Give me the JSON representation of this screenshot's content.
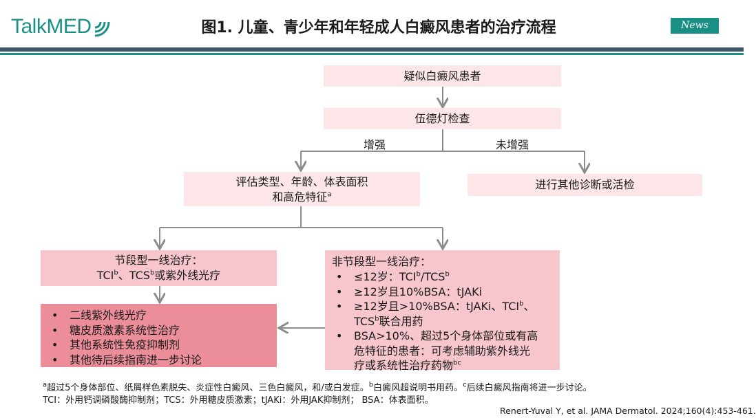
{
  "header": {
    "logo": "TalkMED",
    "title": "图1. 儿童、青少年和年轻成人白癜风患者的治疗流程",
    "badge": "News"
  },
  "flow": {
    "suspect": "疑似白癜风患者",
    "wood": "伍德灯检查",
    "enhanced": "增强",
    "not_enhanced": "未增强",
    "assess_line1": "评估类型、年龄、体表面积",
    "assess_line2": "和高危特征",
    "assess_sup": "a",
    "other_dx": "进行其他诊断或活检",
    "segmental_title": "节段型一线治疗：",
    "segmental_line2_a": "TCI",
    "segmental_line2_sup1": "b",
    "segmental_line2_b": "、TCS",
    "segmental_line2_sup2": "b",
    "segmental_line2_c": "或紫外线光疗",
    "nonseg_title": "非节段型一线治疗：",
    "nonseg_1a": "≤12岁：TCI",
    "nonseg_1sup1": "b",
    "nonseg_1b": "/TCS",
    "nonseg_1sup2": "b",
    "nonseg_2": "≥12岁且10%BSA：tJAKi",
    "nonseg_3a": "≥12岁且>10%BSA：tJAKi、TCI",
    "nonseg_3sup": "b",
    "nonseg_3b": "、",
    "nonseg_3c": "TCS",
    "nonseg_3csup": "b",
    "nonseg_3d": "联合用药",
    "nonseg_4a": "BSA>10%、超过5个身体部位或有高",
    "nonseg_4b": "危特征的患者：可考虑辅助紫外线光",
    "nonseg_4c": "疗或系统性治疗药物",
    "nonseg_4sup": "bc",
    "second_line": [
      "二线紫外线光疗",
      "糖皮质激素系统性治疗",
      "其他系统性免疫抑制剂",
      "其他待后续指南进一步讨论"
    ]
  },
  "footnotes": {
    "line1_sup_a": "a",
    "line1_a": "超过5个身体部位、纸屑样色素脱失、炎症性白癜风、三色白癜风，和/或白发症。",
    "line1_sup_b": "b",
    "line1_b": "白癜风超说明书用药。",
    "line1_sup_c": "c",
    "line1_c": "后续白癜风指南将进一步讨论。",
    "line2": "TCI：外用钙调磷酸酶抑制剂；TCS：外用糖皮质激素；tJAKi：外用JAK抑制剂；   BSA：体表面积。",
    "reference": "Renert-Yuval Y, et al. JAMA Dermatol. 2024;160(4):453-461."
  },
  "colors": {
    "brand_teal": "#1a8f86",
    "rule_dark": "#3c5a66",
    "box_light": "#fce6e8",
    "box_mid": "#f6c6cc",
    "box_strong": "#ec8e9a",
    "arrow": "#8c8c8c"
  }
}
